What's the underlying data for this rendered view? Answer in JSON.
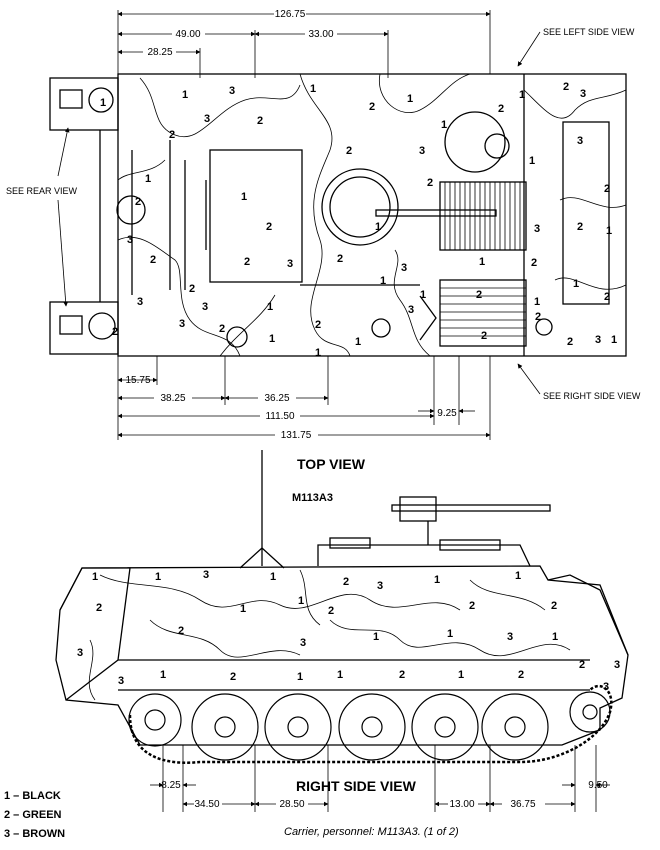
{
  "top_view": {
    "title": "TOP VIEW",
    "callouts": {
      "left_side": "SEE LEFT SIDE VIEW",
      "rear": "SEE REAR VIEW",
      "right_side": "SEE RIGHT SIDE VIEW"
    },
    "dimensions_top": [
      "126.75",
      "49.00",
      "33.00",
      "28.25"
    ],
    "dimensions_bottom": [
      "15.75",
      "38.25",
      "36.25",
      "111.50",
      "9.25",
      "131.75"
    ]
  },
  "side_view": {
    "title": "RIGHT SIDE VIEW",
    "model": "M113A3",
    "dimensions_bottom": [
      "8.25",
      "34.50",
      "28.50",
      "13.00",
      "36.75",
      "9.50"
    ]
  },
  "legend": [
    {
      "number": "1",
      "color": "BLACK"
    },
    {
      "number": "2",
      "color": "GREEN"
    },
    {
      "number": "3",
      "color": "BROWN"
    }
  ],
  "caption": "Carrier, personnel: M113A3. (1 of 2)"
}
